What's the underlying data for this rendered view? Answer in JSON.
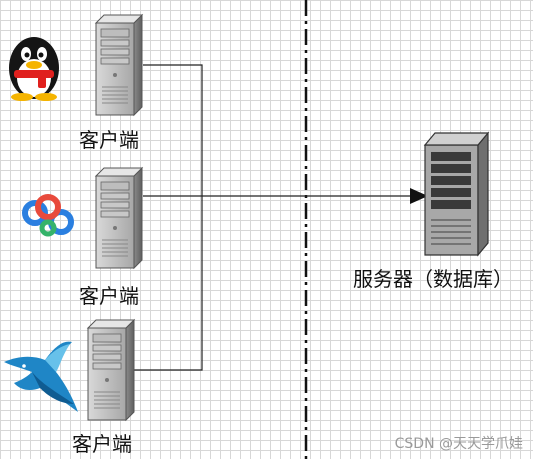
{
  "nodes": {
    "client_1": {
      "label": "客户端",
      "app_icon": "qq-penguin-icon"
    },
    "client_2": {
      "label": "客户端",
      "app_icon": "baidu-cloud-icon"
    },
    "client_3": {
      "label": "客户端",
      "app_icon": "hummingbird-icon"
    },
    "server": {
      "label": "服务器（数据库）"
    }
  },
  "watermark": "CSDN @天天学爪娃",
  "colors": {
    "line": "#222222",
    "divider": "#111111",
    "server_body": "#9c9c9c"
  }
}
